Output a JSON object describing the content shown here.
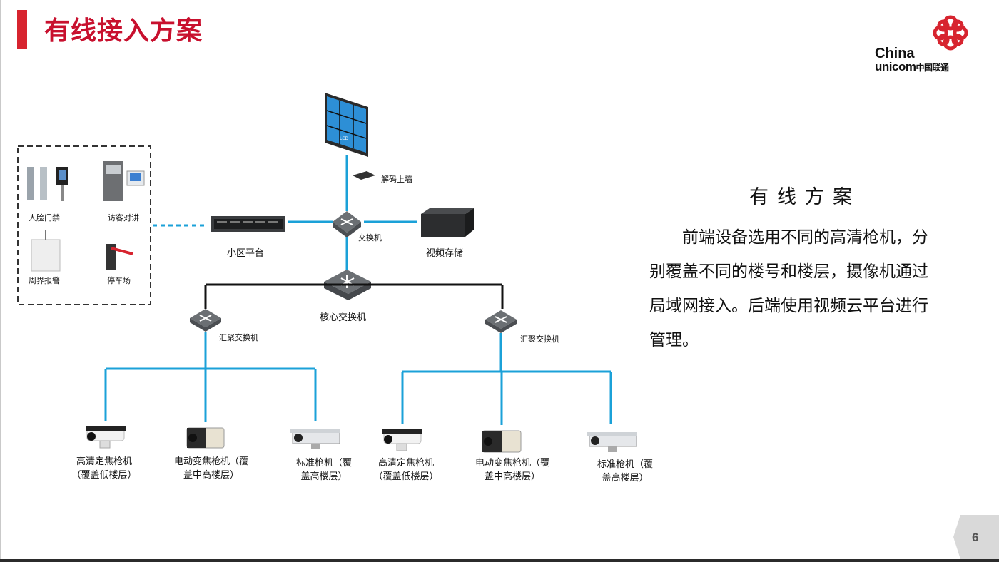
{
  "header": {
    "title": "有线接入方案"
  },
  "logo": {
    "line1": "China",
    "line2": "unicom",
    "line2_cn": "中国联通"
  },
  "colors": {
    "accent": "#c8102e",
    "link_line": "#1ba1d8",
    "trunk_line": "#111111",
    "screen": "#2d8fd6"
  },
  "diagram": {
    "lcd_label": "LCD",
    "decoder": "解码上墙",
    "switch": "交换机",
    "community_platform": "小区平台",
    "video_storage": "视频存储",
    "core_switch": "核心交换机",
    "agg_switch_left": "汇聚交换机",
    "agg_switch_right": "汇聚交换机",
    "subsystems": {
      "face_gate": "人脸门禁",
      "visitor_intercom": "访客对讲",
      "perimeter_alarm": "周界报警",
      "parking": "停车场"
    },
    "cameras": [
      {
        "line1": "高清定焦枪机",
        "line2": "（覆盖低楼层）"
      },
      {
        "line1": "电动变焦枪机（覆",
        "line2": "盖中高楼层）"
      },
      {
        "line1": "标准枪机（覆",
        "line2": "盖高楼层）"
      },
      {
        "line1": "高清定焦枪机",
        "line2": "（覆盖低楼层）"
      },
      {
        "line1": "电动变焦枪机（覆",
        "line2": "盖中高楼层）"
      },
      {
        "line1": "标准枪机（覆",
        "line2": "盖高楼层）"
      }
    ]
  },
  "description": {
    "title": "有线方案",
    "body": "前端设备选用不同的高清枪机，分别覆盖不同的楼号和楼层，摄像机通过局域网接入。后端使用视频云平台进行管理。"
  },
  "footer": {
    "page_number": "6"
  }
}
